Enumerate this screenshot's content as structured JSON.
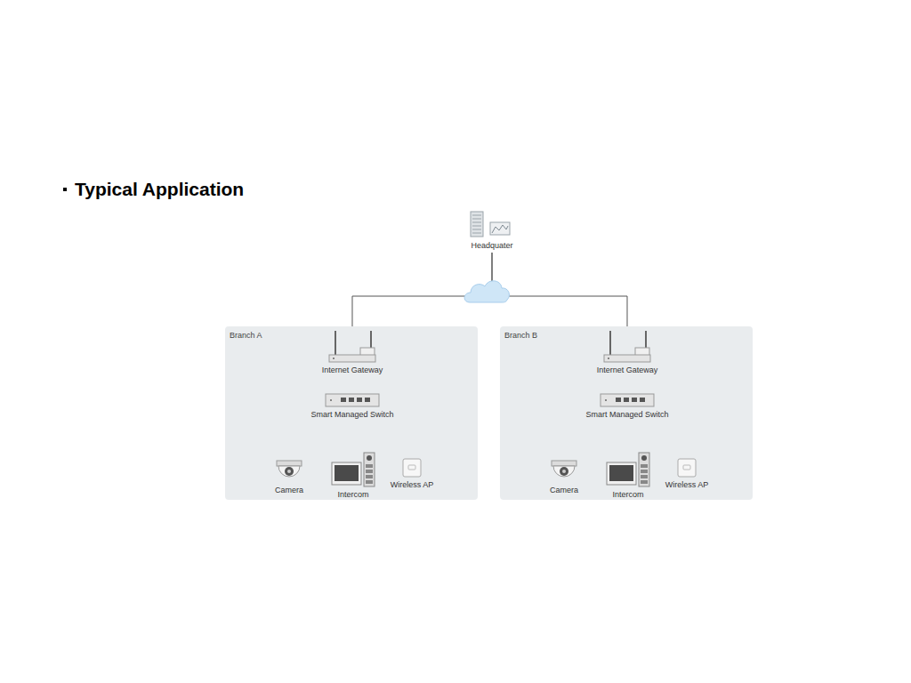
{
  "diagram": {
    "title": "Typical Application",
    "nodes": [
      {
        "text": [
          "Headquater"
        ]
      },
      {
        "text": [
          "Branch A"
        ]
      },
      {
        "text": [
          "Internet Gateway"
        ],
        "in": 1
      },
      {
        "text": [
          "Smart Managed Switch"
        ],
        "in": 1
      },
      {
        "text": [
          "Camera"
        ],
        "in": 1
      },
      {
        "text": [
          "Intercom"
        ],
        "in": 1
      },
      {
        "text": [
          "Wireless AP"
        ],
        "in": 1
      },
      {
        "text": [
          "Branch B"
        ]
      },
      {
        "text": [
          "Internet Gateway"
        ],
        "in": 7
      },
      {
        "text": [
          "Smart Managed Switch"
        ],
        "in": 7
      },
      {
        "text": [
          "Camera"
        ],
        "in": 7
      },
      {
        "text": [
          "Intercom"
        ],
        "in": 7
      },
      {
        "text": [
          "Wireless AP"
        ],
        "in": 7
      }
    ],
    "edges": [
      {
        "from": 0,
        "to": 2,
        "arrow": "none"
      },
      {
        "from": 0,
        "to": 8,
        "arrow": "none"
      },
      {
        "from": 2,
        "to": 3,
        "arrow": "none"
      },
      {
        "from": 3,
        "to": 4,
        "arrow": "none"
      },
      {
        "from": 3,
        "to": 5,
        "arrow": "none"
      },
      {
        "from": 3,
        "to": 6,
        "arrow": "none"
      },
      {
        "from": 8,
        "to": 9,
        "arrow": "none"
      },
      {
        "from": 9,
        "to": 10,
        "arrow": "none"
      },
      {
        "from": 9,
        "to": 11,
        "arrow": "none"
      },
      {
        "from": 9,
        "to": 12,
        "arrow": "none"
      }
    ]
  }
}
